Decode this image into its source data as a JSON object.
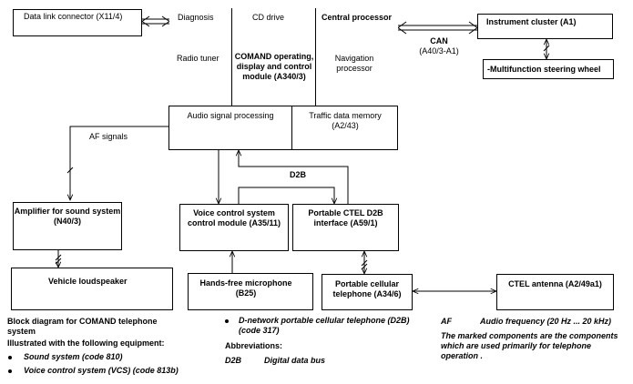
{
  "blocks": {
    "data_link": "Data link connector (X11/4)",
    "diagnosis": "Diagnosis",
    "cd_drive": "CD drive",
    "central_processor": "Central processor",
    "instrument_cluster": "Instrument cluster (A1)",
    "radio_tuner": "Radio tuner",
    "comand": "COMAND operating, display and control module (A340/3)",
    "navigation": "Navigation processor",
    "steering_wheel": "-Multifunction steering wheel",
    "audio": "Audio signal processing",
    "traffic": "Traffic data memory (A2/43)",
    "amplifier": "Amplifier for sound system (N40/3)",
    "voice_control": "Voice control system control module (A35/11)",
    "ctel_interface": "Portable CTEL D2B interface (A59/1)",
    "loudspeaker": "Vehicle loudspeaker",
    "microphone": "Hands-free microphone (B25)",
    "cellular": "Portable cellular telephone (A34/6)",
    "antenna": "CTEL antenna (A2/49a1)"
  },
  "labels": {
    "can": "CAN",
    "can_code": "(A40/3-A1)",
    "af_signals": "AF signals",
    "d2b": "D2B"
  },
  "caption": {
    "title": "Block diagram for COMAND telephone system",
    "equipment_intro": "Illustrated with the following equipment:",
    "items": [
      "Sound system (code 810)",
      "Voice control system (VCS) (code 813b)",
      "D-network portable cellular telephone (D2B) (code 317)"
    ]
  },
  "abbreviations": {
    "heading": "Abbreviations:",
    "d2b_abbr": "D2B",
    "d2b_def": "Digital data bus",
    "af_abbr": "AF",
    "af_def": "Audio frequency (20 Hz ... 20 kHz)",
    "note": "The marked components are the components which are used primarily for telephone operation  ."
  }
}
